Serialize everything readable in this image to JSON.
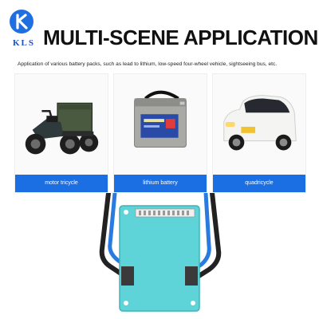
{
  "brand": {
    "logo_text": "KLS"
  },
  "header": {
    "title": "MULTI-SCENE APPLICATION",
    "subtitle": "Application of various battery packs, such as lead to lithium, low-speed four-wheel vehicle, sightseeing bus, etc."
  },
  "panels": [
    {
      "label": "motor tricycle",
      "icon": "motor-tricycle-image"
    },
    {
      "label": "lithium battery",
      "icon": "battery-pack-image"
    },
    {
      "label": "quadricycle",
      "icon": "small-car-image"
    }
  ],
  "colors": {
    "accent": "#1c6ee3",
    "board": "#5fd4d8",
    "wire_black": "#222222",
    "wire_blue": "#2a7be0"
  },
  "board": {
    "image": "bms-protection-board-image"
  }
}
